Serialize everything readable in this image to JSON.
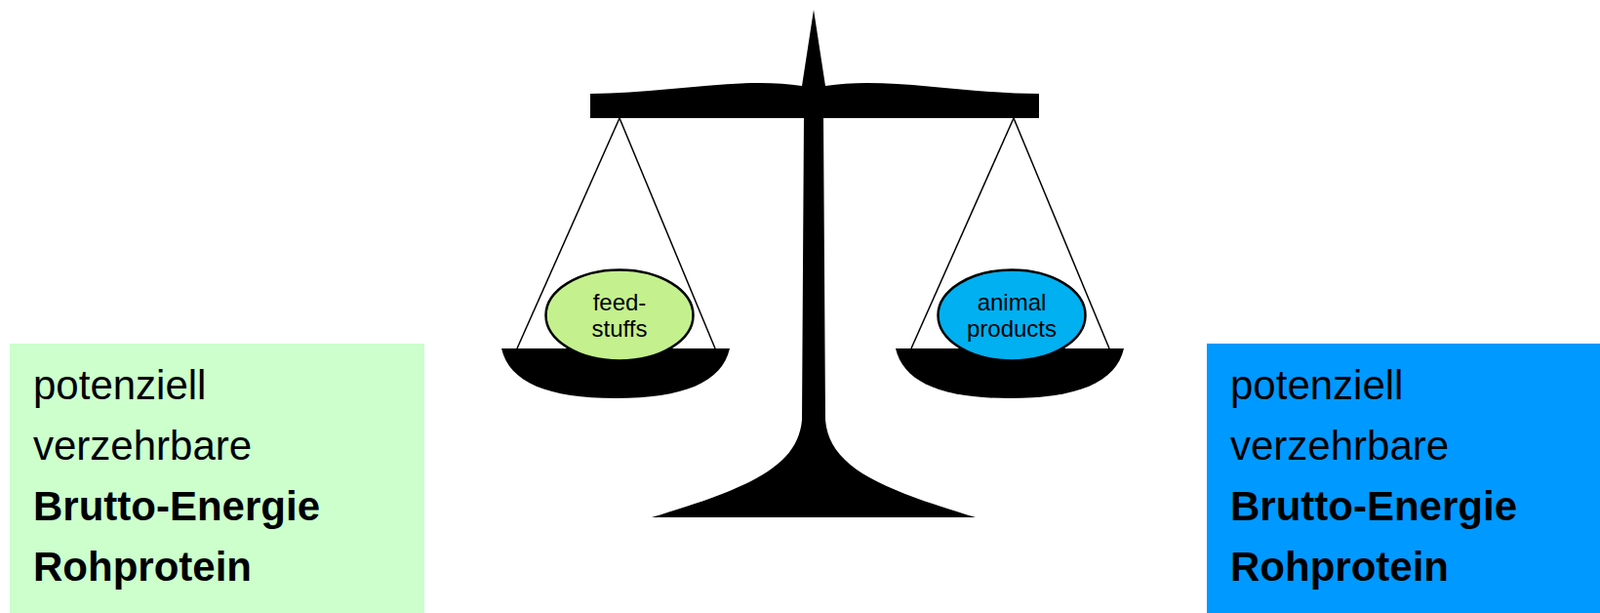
{
  "diagram": {
    "nodes": [
      {
        "text": [
          "feed- stuffs"
        ]
      },
      {
        "text": [
          "animal products"
        ]
      },
      {
        "text": [
          "potenziell verzehrbare",
          "Brutto-Energie",
          "Rohprotein"
        ]
      },
      {
        "text": [
          "potenziell verzehrbare",
          "Brutto-Energie",
          "Rohprotein"
        ]
      }
    ]
  }
}
